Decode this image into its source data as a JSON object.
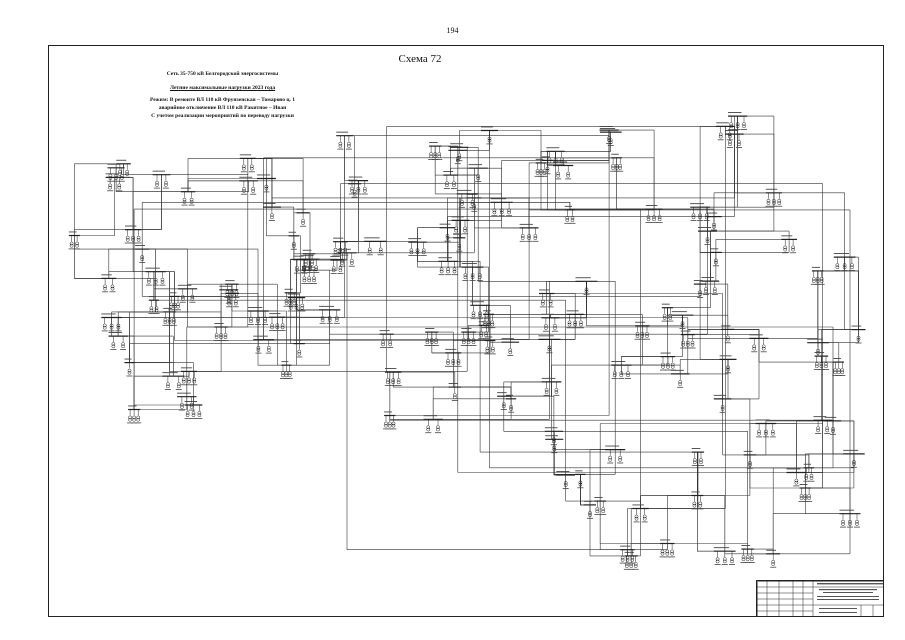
{
  "page_number": "194",
  "scheme_title": "Схема 72",
  "heading": {
    "line1": "Сеть 35-750 кВ Белгородской энергосистемы",
    "line2": "Летние максимальные нагрузки 2023 года",
    "line3": "Режим: В ремонте ВЛ 110 кВ Фрунзенская – Томарово ц. 1",
    "line4": "аварийное отключение ВЛ 110 кВ Ракитное – Иван",
    "line5": "С учетом реализации мероприятий по переводу нагрузки"
  },
  "colors": {
    "ink": "#111111",
    "line": "#333333",
    "paper": "#ffffff"
  }
}
